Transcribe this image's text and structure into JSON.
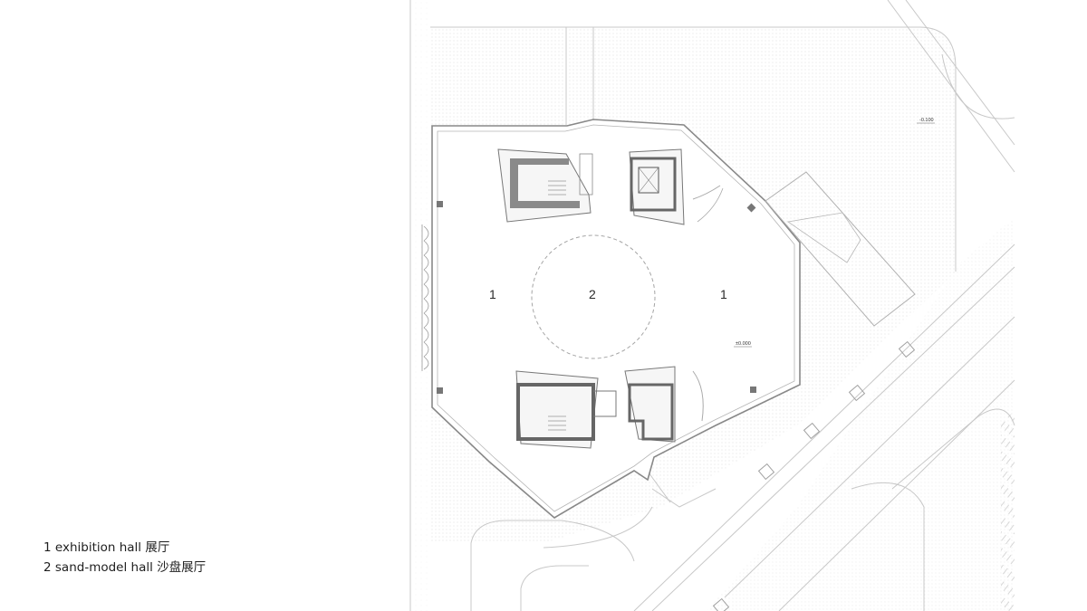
{
  "legend": [
    {
      "number": "1",
      "text": "exhibition hall 展厅"
    },
    {
      "number": "2",
      "text": "sand-model hall 沙盘展厅"
    }
  ],
  "room_labels": {
    "exhibition_hall": "1",
    "sand_model_hall": "2"
  },
  "levels": {
    "floor": "±0.000",
    "exterior": "-0.100"
  },
  "colors": {
    "line": "#9a9a9a",
    "dark_line": "#555555",
    "hatch": "#d6d6d6",
    "core_fill": "#7a7a7a"
  }
}
